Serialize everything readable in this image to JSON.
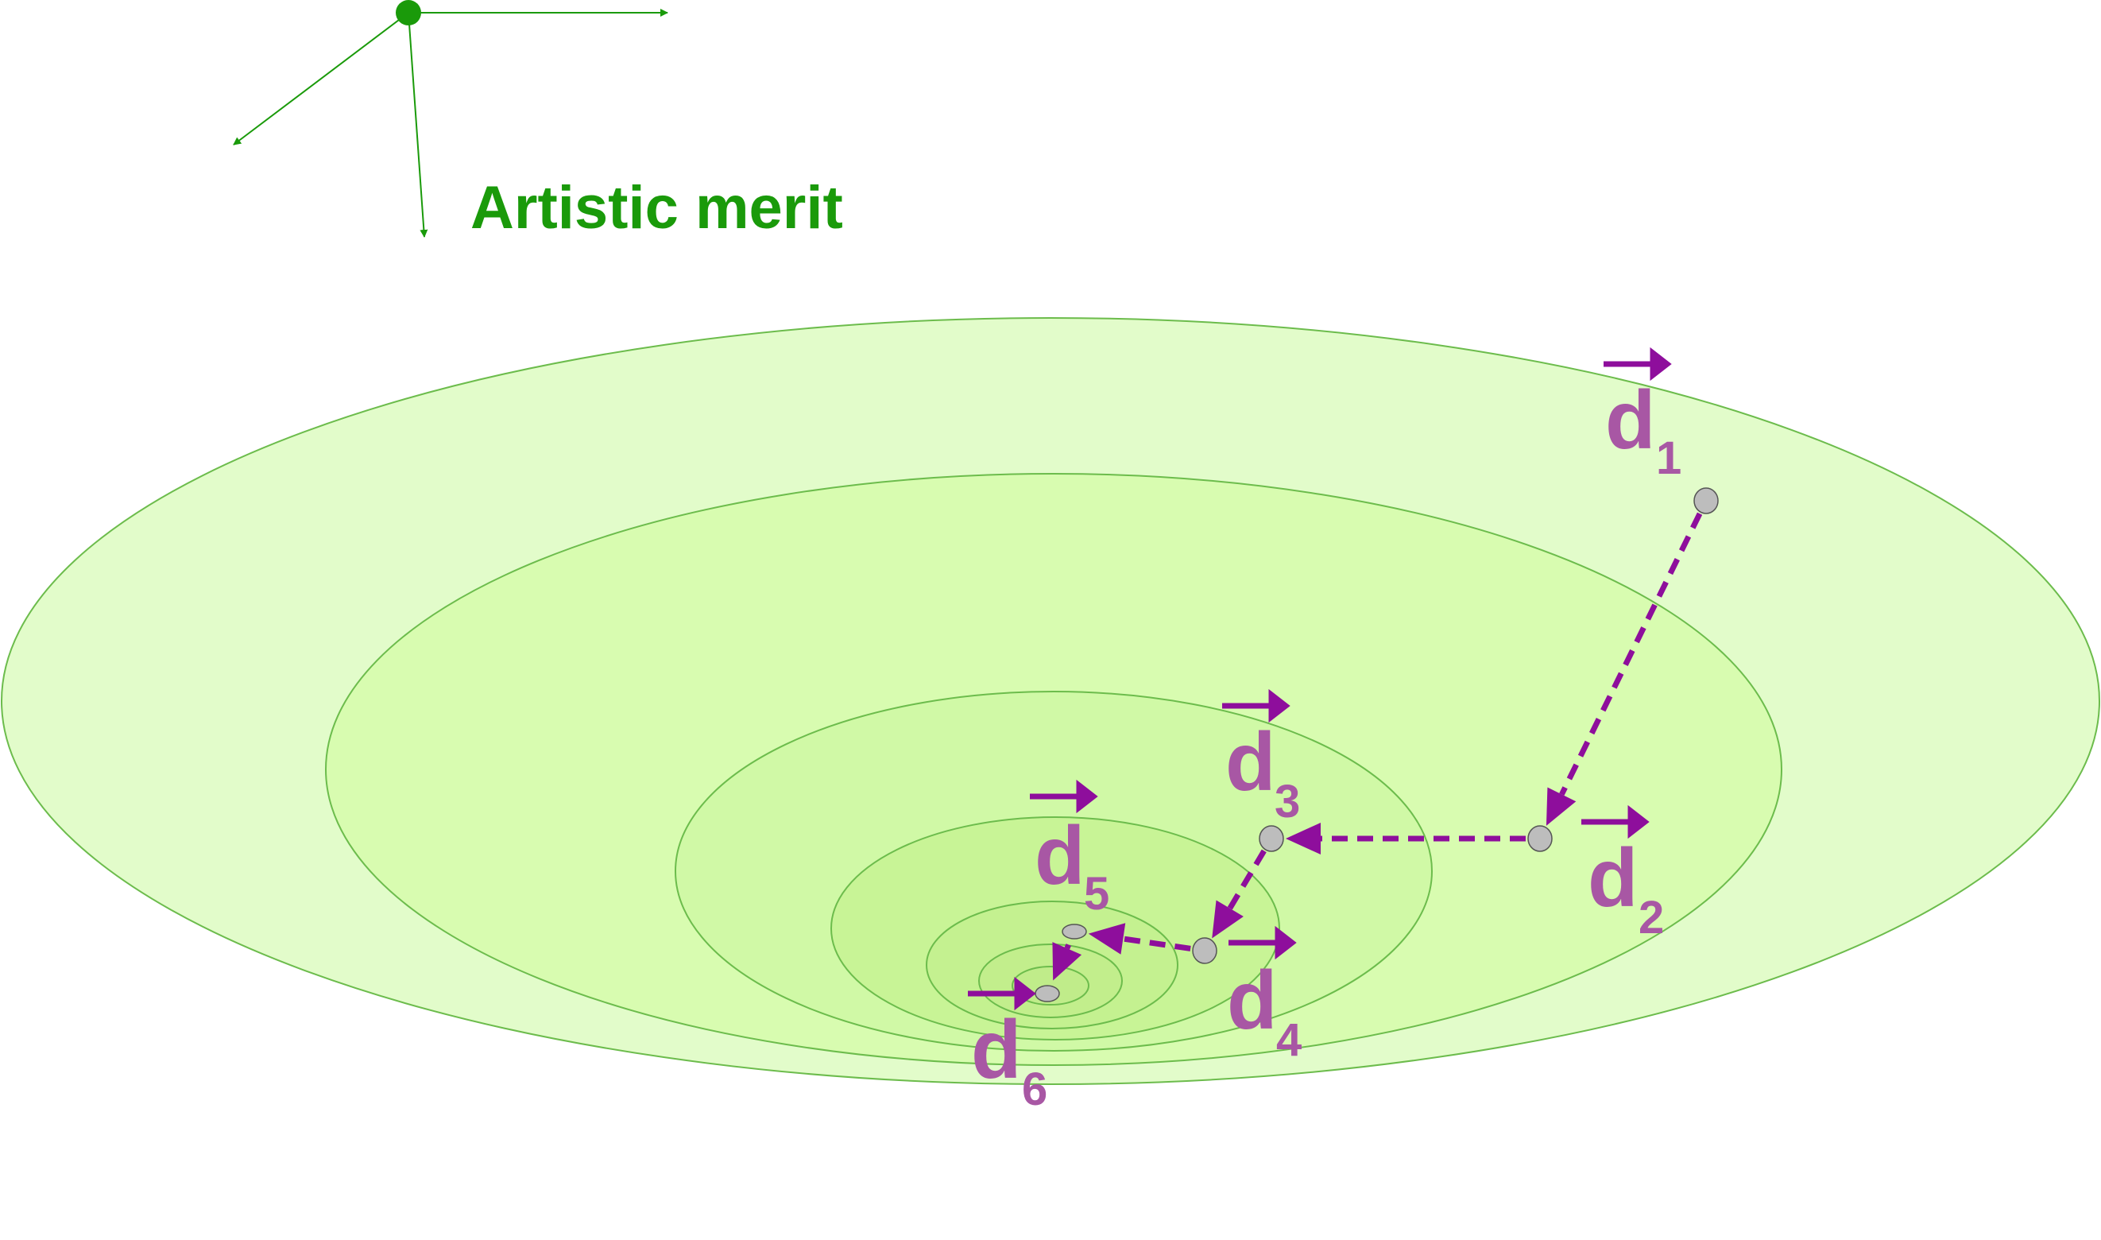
{
  "axis": {
    "label": "Artistic merit",
    "color": "#1a9a0a"
  },
  "colors": {
    "contour_stroke": "#6cbc4c",
    "contour_fills": [
      "#e2fcca",
      "#d8fcb0",
      "#d0f9a6",
      "#c8f496",
      "#c4f190",
      "#c2ee8c",
      "#c0ec8a"
    ],
    "vector": "#8e0e9c",
    "vector_label": "#a857a4",
    "point_fill": "#bdbdbd",
    "point_stroke": "#555555"
  },
  "vectors": [
    {
      "letter": "d",
      "sub": "1"
    },
    {
      "letter": "d",
      "sub": "2"
    },
    {
      "letter": "d",
      "sub": "3"
    },
    {
      "letter": "d",
      "sub": "4"
    },
    {
      "letter": "d",
      "sub": "5"
    },
    {
      "letter": "d",
      "sub": "6"
    }
  ]
}
